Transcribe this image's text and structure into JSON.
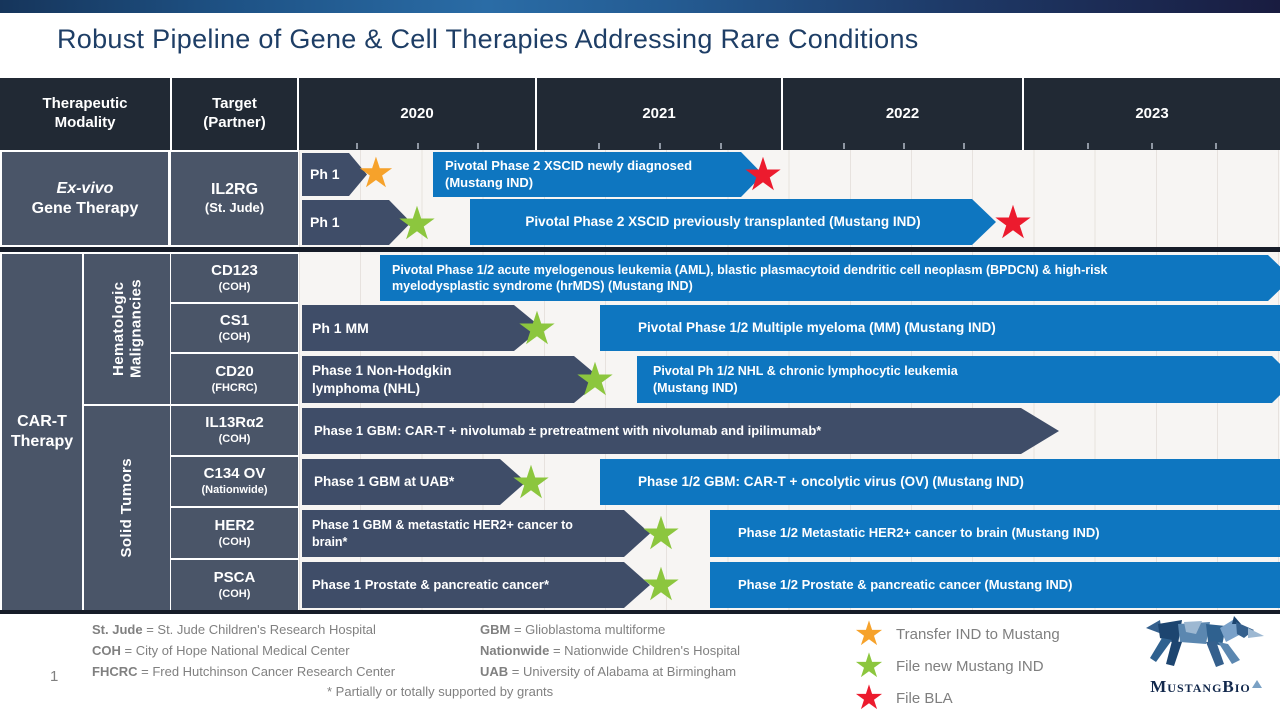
{
  "title": "Robust Pipeline of Gene & Cell Therapies Addressing Rare Conditions",
  "page_number": "1",
  "colors": {
    "bar_blue": "#0e76c0",
    "slate_cell": "#4a5568",
    "arrow_dark": "#3f4d68",
    "header_dark": "#212934",
    "star_orange": "#f6a22b",
    "star_green": "#8cc63e",
    "star_red": "#ec1b2e",
    "title_blue": "#1e3e66"
  },
  "table_header": {
    "modality": "Therapeutic Modality",
    "target": "Target (Partner)",
    "years": [
      "2020",
      "2021",
      "2022",
      "2023"
    ]
  },
  "modality": {
    "ex_vivo_line1": "Ex-vivo",
    "ex_vivo_line2": "Gene Therapy",
    "car_t_line1": "CAR-T",
    "car_t_line2": "Therapy",
    "group_hematologic": "Hematologic Malignancies",
    "group_solid": "Solid Tumors"
  },
  "il2rg": {
    "target": "IL2RG",
    "partner": "(St. Jude)"
  },
  "rows": {
    "il2rg_a": {
      "ph1": "Ph 1",
      "bar": "Pivotal Phase 2 XSCID newly diagnosed (Mustang IND)"
    },
    "il2rg_b": {
      "ph1": "Ph 1",
      "bar": "Pivotal Phase 2 XSCID previously transplanted (Mustang IND)"
    },
    "cd123": {
      "target": "CD123",
      "partner": "(COH)",
      "bar": "Pivotal Phase 1/2 acute myelogenous leukemia (AML), blastic plasmacytoid dendritic cell neoplasm (BPDCN) & high-risk myelodysplastic syndrome (hrMDS) (Mustang IND)"
    },
    "cs1": {
      "target": "CS1",
      "partner": "(COH)",
      "ph1": "Ph 1 MM",
      "bar": "Pivotal Phase 1/2 Multiple myeloma (MM) (Mustang IND)"
    },
    "cd20": {
      "target": "CD20",
      "partner": "(FHCRC)",
      "ph1": "Phase 1 Non-Hodgkin lymphoma (NHL)",
      "bar": "Pivotal Ph 1/2 NHL & chronic lymphocytic leukemia (Mustang IND)"
    },
    "il13ra2": {
      "target": "IL13Rα2",
      "partner": "(COH)",
      "ph1": "Phase 1 GBM:  CAR-T + nivolumab ± pretreatment with nivolumab and ipilimumab*"
    },
    "c134": {
      "target": "C134 OV",
      "partner": "(Nationwide)",
      "ph1": "Phase 1 GBM at UAB*",
      "bar": "Phase 1/2 GBM:  CAR-T + oncolytic virus (OV) (Mustang IND)"
    },
    "her2": {
      "target": "HER2",
      "partner": "(COH)",
      "ph1": "Phase 1 GBM & metastatic HER2+ cancer to brain*",
      "bar": "Phase 1/2  Metastatic HER2+ cancer to brain (Mustang IND)"
    },
    "psca": {
      "target": "PSCA",
      "partner": "(COH)",
      "ph1": "Phase 1 Prostate & pancreatic cancer*",
      "bar": "Phase 1/2  Prostate & pancreatic cancer (Mustang IND)"
    }
  },
  "footnotes": {
    "abbr_left": [
      {
        "abbr": "St. Jude",
        "def": " = St. Jude Children's Research Hospital"
      },
      {
        "abbr": "COH",
        "def": " = City of Hope National Medical Center"
      },
      {
        "abbr": "FHCRC",
        "def": " = Fred Hutchinson Cancer Research Center"
      }
    ],
    "abbr_right": [
      {
        "abbr": "GBM",
        "def": " = Glioblastoma multiforme"
      },
      {
        "abbr": "Nationwide",
        "def": " = Nationwide Children's Hospital"
      },
      {
        "abbr": "UAB",
        "def": " = University of Alabama at Birmingham"
      }
    ],
    "grant_note": "* Partially or totally supported by grants"
  },
  "star_legend": [
    {
      "color": "#f6a22b",
      "label": "Transfer IND to Mustang"
    },
    {
      "color": "#8cc63e",
      "label": "File new Mustang IND"
    },
    {
      "color": "#ec1b2e",
      "label": "File BLA"
    }
  ],
  "logo": {
    "text": "MustangBio"
  },
  "chart_data": {
    "type": "gantt",
    "title": "Robust Pipeline of Gene & Cell Therapies Addressing Rare Conditions",
    "x_axis": {
      "unit": "year",
      "ticks": [
        "2020",
        "2021",
        "2022",
        "2023"
      ],
      "range": [
        2020,
        2024
      ],
      "grid": "quarterly"
    },
    "legend": [
      "Transfer IND to Mustang (orange star)",
      "File new Mustang IND (green star)",
      "File BLA (red star)"
    ],
    "rows": [
      {
        "modality": "Ex-vivo Gene Therapy",
        "target": "IL2RG",
        "partner": "St. Jude",
        "segments": [
          {
            "label": "Ph 1",
            "style": "dark",
            "start": 2020.0,
            "end": 2020.25
          },
          {
            "marker": "orange-star",
            "event": "Transfer IND to Mustang",
            "time": 2020.3
          },
          {
            "label": "Pivotal Phase 2 XSCID newly diagnosed (Mustang IND)",
            "style": "blue",
            "start": 2020.55,
            "end": 2021.85
          },
          {
            "marker": "red-star",
            "event": "File BLA",
            "time": 2021.9
          }
        ]
      },
      {
        "modality": "Ex-vivo Gene Therapy",
        "target": "IL2RG",
        "partner": "St. Jude",
        "segments": [
          {
            "label": "Ph 1",
            "style": "dark",
            "start": 2020.0,
            "end": 2020.45
          },
          {
            "marker": "green-star",
            "event": "File new Mustang IND",
            "time": 2020.5
          },
          {
            "label": "Pivotal Phase 2 XSCID previously transplanted (Mustang IND)",
            "style": "blue",
            "start": 2020.7,
            "end": 2022.9
          },
          {
            "marker": "red-star",
            "event": "File BLA",
            "time": 2022.95
          }
        ]
      },
      {
        "modality": "CAR-T Therapy",
        "group": "Hematologic Malignancies",
        "target": "CD123",
        "partner": "COH",
        "segments": [
          {
            "label": "Pivotal Phase 1/2 acute myelogenous leukemia (AML), blastic plasmacytoid dendritic cell neoplasm (BPDCN) & high-risk myelodysplastic syndrome (hrMDS) (Mustang IND)",
            "style": "blue",
            "start": 2020.35,
            "end": 2024.0
          }
        ]
      },
      {
        "modality": "CAR-T Therapy",
        "group": "Hematologic Malignancies",
        "target": "CS1",
        "partner": "COH",
        "segments": [
          {
            "label": "Ph 1 MM",
            "style": "dark",
            "start": 2020.0,
            "end": 2021.0
          },
          {
            "marker": "green-star",
            "event": "File new Mustang IND",
            "time": 2021.0
          },
          {
            "label": "Pivotal Phase 1/2 Multiple myeloma (MM) (Mustang IND)",
            "style": "blue",
            "start": 2021.25,
            "end": 2024.0
          }
        ]
      },
      {
        "modality": "CAR-T Therapy",
        "group": "Hematologic Malignancies",
        "target": "CD20",
        "partner": "FHCRC",
        "segments": [
          {
            "label": "Phase 1 Non-Hodgkin lymphoma (NHL)",
            "style": "dark",
            "start": 2020.0,
            "end": 2021.25
          },
          {
            "marker": "green-star",
            "event": "File new Mustang IND",
            "time": 2021.25
          },
          {
            "label": "Pivotal Ph 1/2 NHL & chronic lymphocytic leukemia (Mustang IND)",
            "style": "blue",
            "start": 2021.4,
            "end": 2024.0
          }
        ]
      },
      {
        "modality": "CAR-T Therapy",
        "group": "Solid Tumors",
        "target": "IL13Rα2",
        "partner": "COH",
        "segments": [
          {
            "label": "Phase 1 GBM: CAR-T + nivolumab ± pretreatment with nivolumab and ipilimumab*",
            "style": "dark",
            "start": 2020.0,
            "end": 2023.05
          }
        ]
      },
      {
        "modality": "CAR-T Therapy",
        "group": "Solid Tumors",
        "target": "C134 OV",
        "partner": "Nationwide",
        "segments": [
          {
            "label": "Phase 1 GBM at UAB*",
            "style": "dark",
            "start": 2020.0,
            "end": 2020.9
          },
          {
            "marker": "green-star",
            "event": "File new Mustang IND",
            "time": 2020.95
          },
          {
            "label": "Phase 1/2 GBM: CAR-T + oncolytic virus (OV) (Mustang IND)",
            "style": "blue",
            "start": 2021.25,
            "end": 2024.0
          }
        ]
      },
      {
        "modality": "CAR-T Therapy",
        "group": "Solid Tumors",
        "target": "HER2",
        "partner": "COH",
        "segments": [
          {
            "label": "Phase 1 GBM & metastatic HER2+ cancer to brain*",
            "style": "dark",
            "start": 2020.0,
            "end": 2021.4
          },
          {
            "marker": "green-star",
            "event": "File new Mustang IND",
            "time": 2021.5
          },
          {
            "label": "Phase 1/2 Metastatic HER2+ cancer to brain (Mustang IND)",
            "style": "blue",
            "start": 2021.7,
            "end": 2024.0
          }
        ]
      },
      {
        "modality": "CAR-T Therapy",
        "group": "Solid Tumors",
        "target": "PSCA",
        "partner": "COH",
        "segments": [
          {
            "label": "Phase 1 Prostate & pancreatic cancer*",
            "style": "dark",
            "start": 2020.0,
            "end": 2021.4
          },
          {
            "marker": "green-star",
            "event": "File new Mustang IND",
            "time": 2021.5
          },
          {
            "label": "Phase 1/2 Prostate & pancreatic cancer (Mustang IND)",
            "style": "blue",
            "start": 2021.7,
            "end": 2024.0
          }
        ]
      }
    ]
  }
}
